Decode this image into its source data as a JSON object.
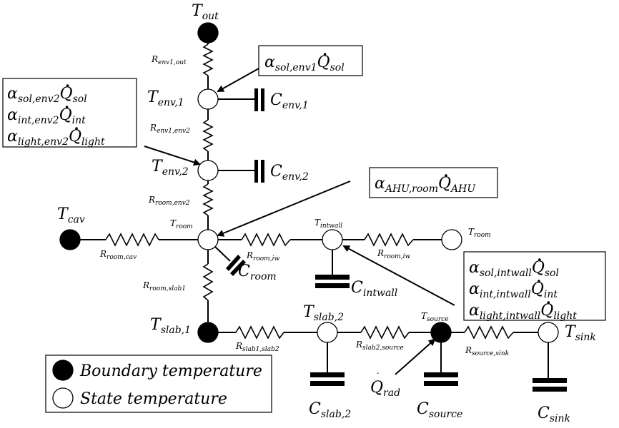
{
  "labels": {
    "t_out": {
      "base": "T",
      "sub": "out"
    },
    "t_env1": {
      "base": "T",
      "sub": "env,1"
    },
    "t_env2": {
      "base": "T",
      "sub": "env,2"
    },
    "t_cav": {
      "base": "T",
      "sub": "cav"
    },
    "t_room_node": {
      "base": "T",
      "sub": "room"
    },
    "t_intwall": {
      "base": "T",
      "sub": "intwall"
    },
    "t_room_right": {
      "base": "T",
      "sub": "room"
    },
    "t_slab1": {
      "base": "T",
      "sub": "slab,1"
    },
    "t_slab2": {
      "base": "T",
      "sub": "slab,2"
    },
    "t_source": {
      "base": "T",
      "sub": "source"
    },
    "t_sink": {
      "base": "T",
      "sub": "sink"
    },
    "r_env1_out": {
      "base": "R",
      "sub": "env1,out"
    },
    "r_env1_env2": {
      "base": "R",
      "sub": "env1,env2"
    },
    "r_room_env2": {
      "base": "R",
      "sub": "room,env2"
    },
    "r_room_cav": {
      "base": "R",
      "sub": "room,cav"
    },
    "r_room_iw_1": {
      "base": "R",
      "sub": "room,iw"
    },
    "r_room_iw_2": {
      "base": "R",
      "sub": "room,iw"
    },
    "r_room_slab1": {
      "base": "R",
      "sub": "room,slab1"
    },
    "r_slab1_slab2": {
      "base": "R",
      "sub": "slab1,slab2"
    },
    "r_slab2_source": {
      "base": "R",
      "sub": "slab2,source"
    },
    "r_source_sink": {
      "base": "R",
      "sub": "source,sink"
    },
    "c_env1": {
      "base": "C",
      "sub": "env,1"
    },
    "c_env2": {
      "base": "C",
      "sub": "env,2"
    },
    "c_room": {
      "base": "C",
      "sub": "room"
    },
    "c_intwall": {
      "base": "C",
      "sub": "intwall"
    },
    "c_slab2": {
      "base": "C",
      "sub": "slab,2"
    },
    "c_source": {
      "base": "C",
      "sub": "source"
    },
    "c_sink": {
      "base": "C",
      "sub": "sink"
    },
    "q_rad": {
      "base": "Q",
      "sub": "rad"
    }
  },
  "heat_inputs": {
    "env1": [
      {
        "alpha": "sol,env1",
        "q": "sol"
      }
    ],
    "env2": [
      {
        "alpha": "sol,env2",
        "q": "sol"
      },
      {
        "alpha": "int,env2",
        "q": "int"
      },
      {
        "alpha": "light,env2",
        "q": "light"
      }
    ],
    "room": [
      {
        "alpha": "AHU,room",
        "q": "AHU"
      }
    ],
    "intwall": [
      {
        "alpha": "sol,intwall",
        "q": "sol"
      },
      {
        "alpha": "int,intwall",
        "q": "int"
      },
      {
        "alpha": "light,intwall",
        "q": "light"
      }
    ]
  },
  "symbols": {
    "alpha": "α",
    "q": "Q",
    "dot": "˙"
  },
  "legend": {
    "boundary": "Boundary temperature",
    "state": "State temperature"
  }
}
